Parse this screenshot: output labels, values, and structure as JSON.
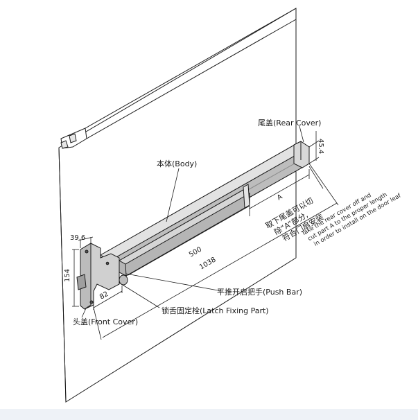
{
  "labels": {
    "rear_cover": "尾盖(Rear Cover)",
    "body": "本体(Body)",
    "push_bar": "平推开启把手(Push Bar)",
    "latch_fixing": "锁舌固定栓(Latch Fixing Part)",
    "front_cover": "头盖(Front Cover)"
  },
  "dimensions": {
    "rear_height": "45.4",
    "front_depth": "39.6",
    "front_height": "154",
    "latch_offset": "82",
    "body_length": "500",
    "total_length": "1038",
    "cut_part": "A"
  },
  "notes": {
    "cn_line1": "取下尾盖可以切",
    "cn_line2": "除“A”部分,",
    "cn_line3": "符合门扇安装",
    "en_line1": "Take the rear cover off and",
    "en_line2": "cut part A to the  proper length",
    "en_line3": "in order to install on the door leaf"
  },
  "colors": {
    "body_fill": "#cfcfcf",
    "body_dark": "#8a8a8a",
    "line": "#1a1a1a",
    "footer": "#eef2f7"
  }
}
